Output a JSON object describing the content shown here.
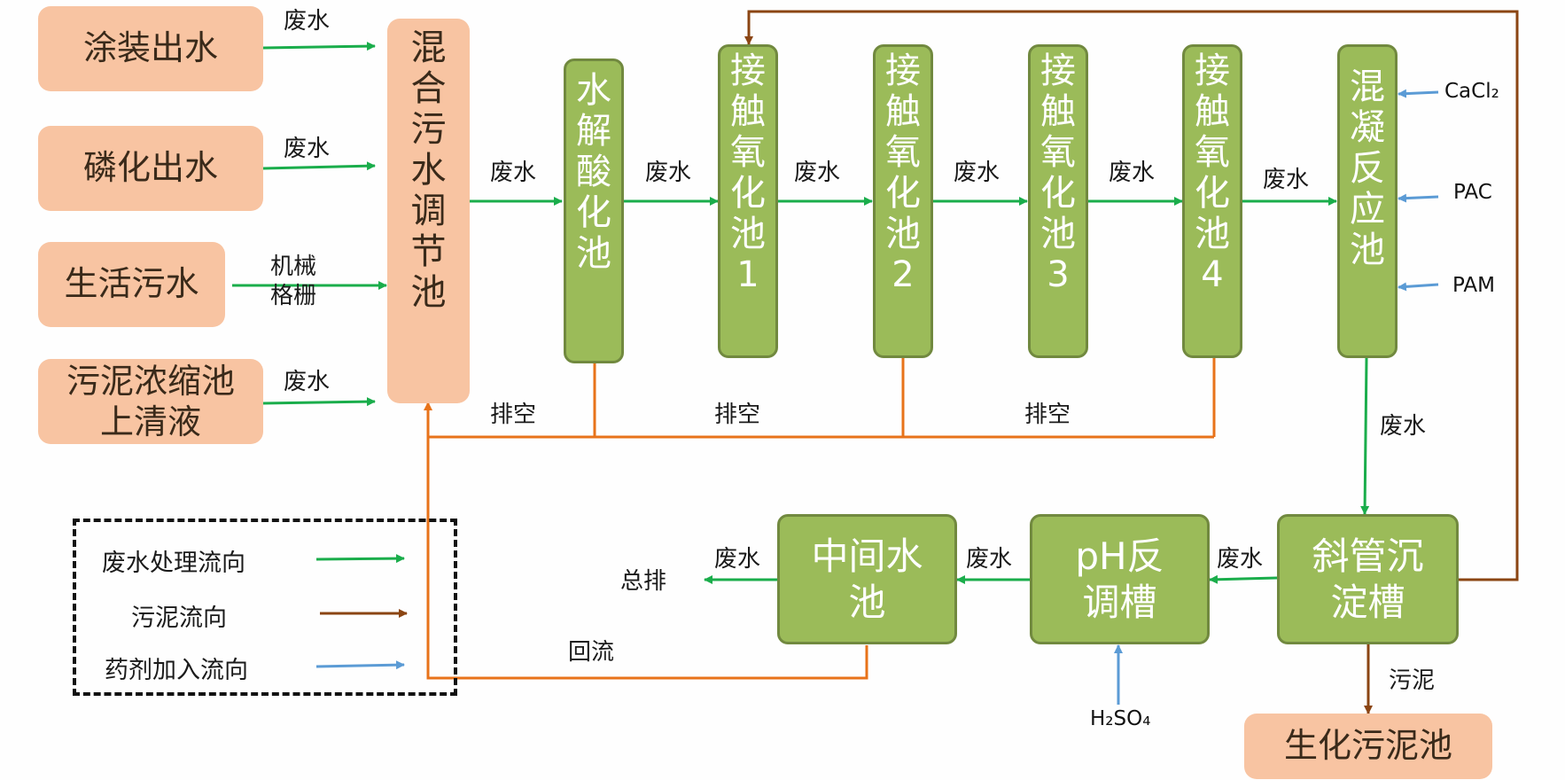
{
  "sources": {
    "coating": "涂装出水",
    "phosphating": "磷化出水",
    "domestic": "生活污水",
    "sludge_supernatant": "污泥浓缩池\n上清液"
  },
  "tanks": {
    "mixing": "混\n合\n污\n水\n调\n节\n池",
    "hydrolysis": "水\n解\n酸\n化\n池",
    "contact1": "接\n触\n氧\n化\n池\n1",
    "contact2": "接\n触\n氧\n化\n池\n2",
    "contact3": "接\n触\n氧\n化\n池\n3",
    "contact4": "接\n触\n氧\n化\n池\n4",
    "coagulation": "混\n凝\n反\n应\n池",
    "inclined_tube": "斜管沉\n淀槽",
    "ph_adjust": "pH反\n调槽",
    "intermediate": "中间水\n池",
    "sludge_tank": "生化污泥池"
  },
  "labels": {
    "wastewater": "废水",
    "screen": "机械\n格栅",
    "drain": "排空",
    "discharge": "总排",
    "reflux": "回流",
    "sludge": "污泥"
  },
  "chemicals": {
    "cacl2": "CaCl₂",
    "pac": "PAC",
    "pam": "PAM",
    "h2so4": "H₂SO₄"
  },
  "legend": {
    "wastewater_flow": "废水处理流向",
    "sludge_flow": "污泥流向",
    "chemical_flow": "药剂加入流向"
  },
  "colors": {
    "wastewater_arrow": "#1aad4b",
    "sludge_arrow": "#8b4513",
    "chemical_arrow": "#5b9bd5",
    "drain_line": "#e8731a",
    "peach_box": "#f8c4a2",
    "green_box": "#9bbb59"
  }
}
